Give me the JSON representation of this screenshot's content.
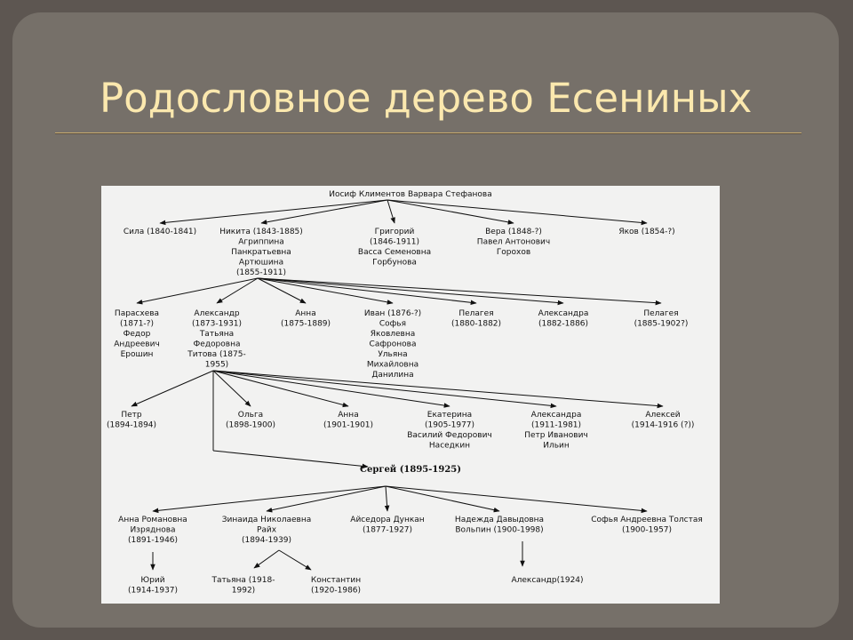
{
  "slide": {
    "title": "Родословное дерево Есениных",
    "accent_color": "#fbe8ae",
    "background_color": "#767069"
  },
  "tree": {
    "root": "Иосиф Климентов Варвара Стефанова",
    "gen1": [
      [
        "Сила (1840-1841)"
      ],
      [
        "Никита (1843-1885)",
        "Агриппина",
        "Панкратьевна",
        "Артюшина",
        "(1855-1911)"
      ],
      [
        "Григорий",
        "(1846-1911)",
        "Васса Семеновна",
        "Горбунова"
      ],
      [
        "Вера (1848-?)",
        "Павел Антонович",
        "Горохов"
      ],
      [
        "Яков (1854-?)"
      ]
    ],
    "gen2": [
      [
        "Парасхева",
        "(1871-?)",
        "Федор",
        "Андреевич",
        "Ерошин"
      ],
      [
        "Александр",
        "(1873-1931)",
        "Татьяна",
        "Федоровна",
        "Титова (1875-",
        "1955)"
      ],
      [
        "Анна",
        "(1875-1889)"
      ],
      [
        "Иван (1876-?)",
        "Софья",
        "Яковлевна",
        "Сафронова",
        "Ульяна",
        "Михайловна",
        "Данилина"
      ],
      [
        "Пелагея",
        "(1880-1882)"
      ],
      [
        "Александра",
        "(1882-1886)"
      ],
      [
        "Пелагея",
        "(1885-1902?)"
      ]
    ],
    "gen3": [
      [
        "Петр",
        "(1894-1894)"
      ],
      [
        "Ольга",
        "(1898-1900)"
      ],
      [
        "Анна",
        "(1901-1901)"
      ],
      [
        "Екатерина",
        "(1905-1977)",
        "Василий Федорович",
        "Наседкин"
      ],
      [
        "Александра",
        "(1911-1981)",
        "Петр Иванович",
        "Ильин"
      ],
      [
        "Алексей",
        "(1914-1916 (?))"
      ]
    ],
    "sergey": "Сергей (1895-1925)",
    "gen4": [
      [
        "Анна Романовна",
        "Изряднова",
        "(1891-1946)"
      ],
      [
        "Зинаида Николаевна",
        "Райх",
        "(1894-1939)"
      ],
      [
        "Айседора Дункан",
        "(1877-1927)"
      ],
      [
        "Надежда Давыдовна",
        "Вольпин (1900-1998)"
      ],
      [
        "Софья Андреевна Толстая",
        "(1900-1957)"
      ]
    ],
    "gen5": [
      [
        "Юрий",
        "(1914-1937)"
      ],
      [
        "Татьяна (1918-",
        "1992)"
      ],
      [
        "Константин",
        "(1920-1986)"
      ],
      [
        "Александр(1924)"
      ]
    ]
  }
}
